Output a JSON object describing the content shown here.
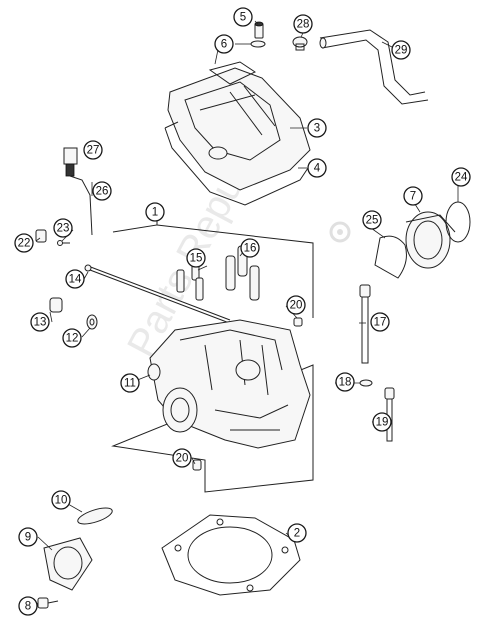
{
  "callouts": [
    {
      "label": "1"
    },
    {
      "label": "2"
    },
    {
      "label": "3"
    },
    {
      "label": "4"
    },
    {
      "label": "5"
    },
    {
      "label": "6"
    },
    {
      "label": "7"
    },
    {
      "label": "8"
    },
    {
      "label": "9"
    },
    {
      "label": "10"
    },
    {
      "label": "11"
    },
    {
      "label": "12"
    },
    {
      "label": "13"
    },
    {
      "label": "14"
    },
    {
      "label": "15"
    },
    {
      "label": "16"
    },
    {
      "label": "17"
    },
    {
      "label": "18"
    },
    {
      "label": "19"
    },
    {
      "label": "20"
    },
    {
      "label": "20"
    },
    {
      "label": "22"
    },
    {
      "label": "23"
    },
    {
      "label": "24"
    },
    {
      "label": "25"
    },
    {
      "label": "27"
    },
    {
      "label": "26"
    },
    {
      "label": "28"
    },
    {
      "label": "29"
    }
  ],
  "watermark": {
    "text": "Parts Republik",
    "icon": "gear-icon"
  }
}
